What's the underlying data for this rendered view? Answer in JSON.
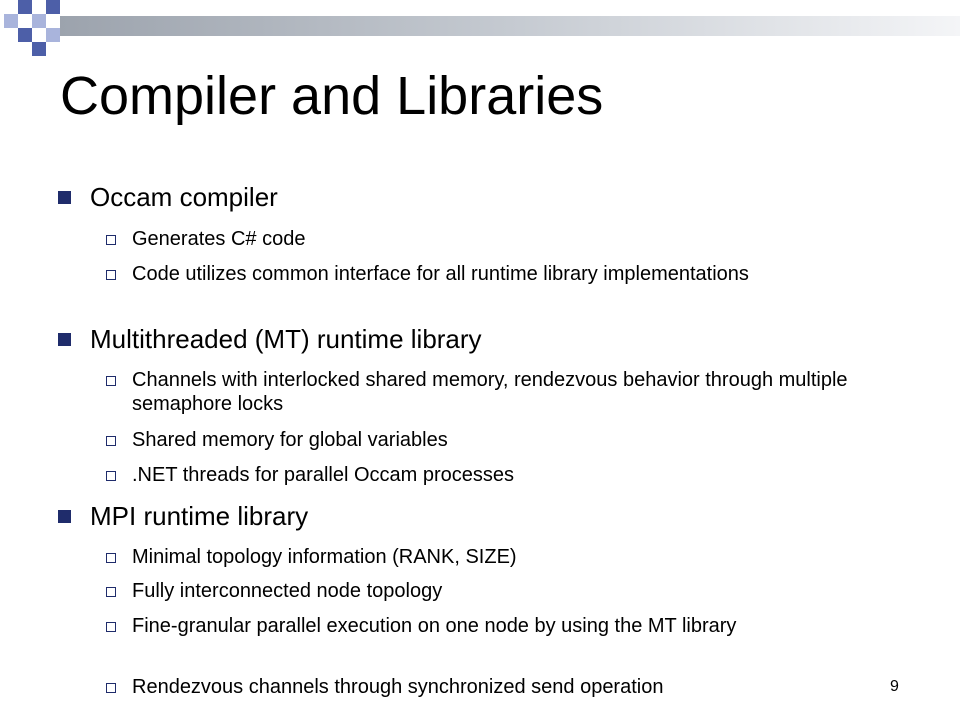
{
  "slide": {
    "title": "Compiler and Libraries",
    "page_number": "9",
    "sections": [
      {
        "heading": "Occam compiler",
        "items": [
          "Generates C# code",
          "Code utilizes common interface for all runtime library implementations"
        ]
      },
      {
        "heading": "Multithreaded (MT) runtime library",
        "items": [
          "Channels with interlocked shared memory, rendezvous behavior through multiple semaphore locks",
          "Shared memory for global variables",
          ".NET threads for parallel Occam processes"
        ]
      },
      {
        "heading": "MPI runtime library",
        "items": [
          "Minimal topology information (RANK, SIZE)",
          "Fully interconnected node topology",
          "Fine-granular parallel execution on one node by using the MT library",
          "Rendezvous channels through synchronized send operation"
        ]
      }
    ]
  }
}
